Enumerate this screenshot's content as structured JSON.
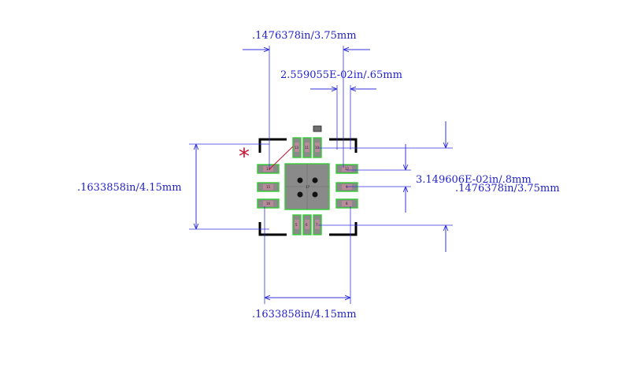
{
  "dimensions": {
    "top_width": ".1476378in/3.75mm",
    "pitch": "2.559055E-02in/.65mm",
    "left_height": ".1633858in/4.15mm",
    "pad_length": "3.149606E-02in/.8mm",
    "right_height": ".1476378in/3.75mm",
    "bottom_width": ".1633858in/4.15mm"
  },
  "pin1_marker": "*",
  "pins": {
    "top": [
      "13",
      "11",
      "10"
    ],
    "bottom": [
      "5",
      "6",
      "7"
    ],
    "left": [
      "14",
      "15",
      "16"
    ],
    "right": [
      "12",
      "9",
      "8"
    ],
    "center": "17"
  },
  "colors": {
    "dimension": "#3333dd",
    "pad_outline": "#33cc33",
    "pad_fill": "#8a8a8a",
    "pin1_marker": "#cc1133",
    "courtyard": "#000000"
  }
}
